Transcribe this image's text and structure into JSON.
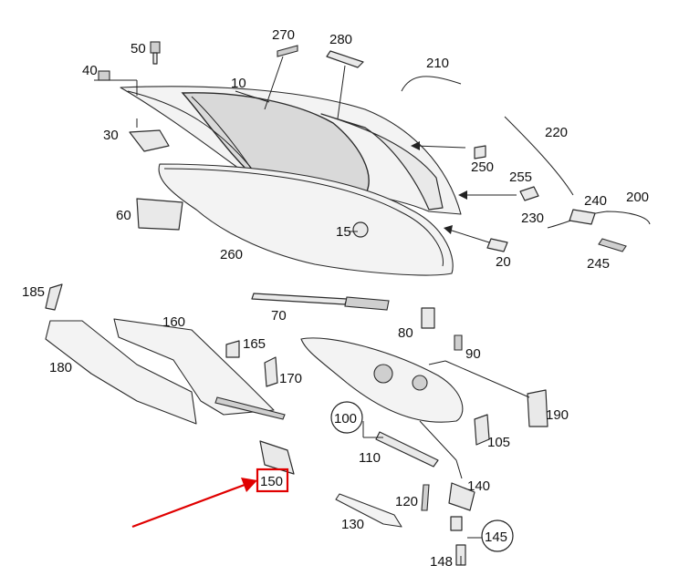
{
  "diagram": {
    "part_labels": {
      "p10": "10",
      "p15": "15",
      "p20": "20",
      "p30": "30",
      "p40": "40",
      "p50": "50",
      "p60": "60",
      "p70": "70",
      "p80": "80",
      "p90": "90",
      "p100": "100",
      "p105": "105",
      "p110": "110",
      "p120": "120",
      "p130": "130",
      "p140": "140",
      "p145": "145",
      "p148": "148",
      "p150": "150",
      "p160": "160",
      "p165": "165",
      "p170": "170",
      "p180": "180",
      "p185": "185",
      "p190": "190",
      "p200": "200",
      "p210": "210",
      "p220": "220",
      "p230": "230",
      "p240": "240",
      "p245": "245",
      "p250": "250",
      "p255": "255",
      "p260": "260",
      "p270": "270",
      "p280": "280"
    },
    "highlighted_part": "150",
    "colors": {
      "highlight": "#e00000",
      "line": "#222222"
    }
  }
}
